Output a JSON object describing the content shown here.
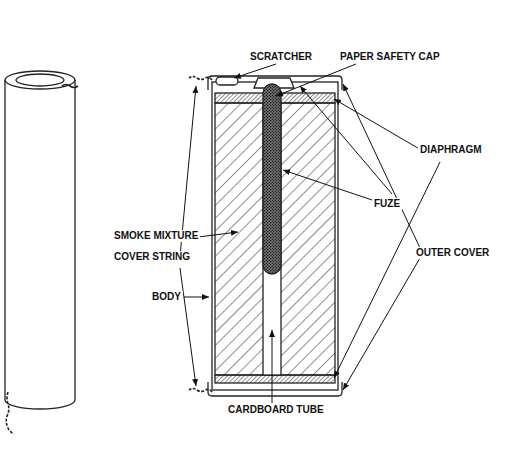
{
  "diagram": {
    "labels": [
      "SCRATCHER",
      "PAPER SAFETY CAP",
      "DIAPHRAGM",
      "FUZE",
      "SMOKE MIXTURE",
      "COVER STRING",
      "OUTER COVER",
      "BODY",
      "CARDBOARD TUBE"
    ]
  }
}
